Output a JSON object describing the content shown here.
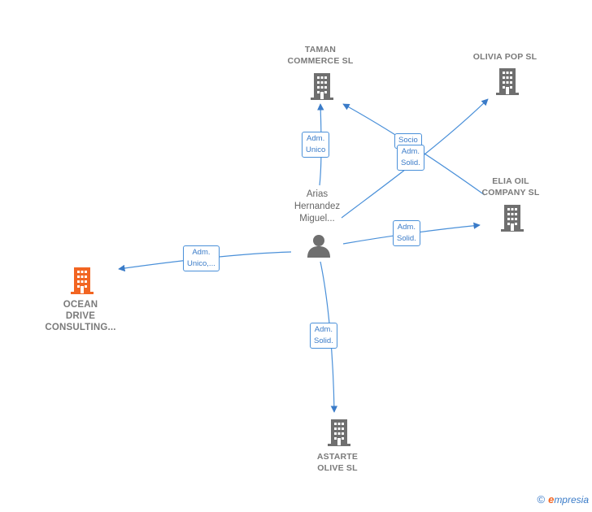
{
  "nodes": {
    "taman": {
      "lines": [
        "TAMAN",
        "COMMERCE SL"
      ]
    },
    "olivia": {
      "lines": [
        "OLIVIA POP  SL"
      ]
    },
    "elia": {
      "lines": [
        "ELIA OIL",
        "COMPANY  SL"
      ]
    },
    "ocean": {
      "lines": [
        "OCEAN",
        "DRIVE",
        "CONSULTING..."
      ]
    },
    "astarte": {
      "lines": [
        "ASTARTE",
        "OLIVE  SL"
      ]
    },
    "person": {
      "lines": [
        "Arias",
        "Hernandez",
        "Miguel..."
      ]
    }
  },
  "edges": {
    "to_taman": {
      "lines": [
        "Adm.",
        "Unico"
      ]
    },
    "to_olivia": {
      "lines": [
        "Socio"
      ]
    },
    "to_elia_top": {
      "lines": [
        "Adm.",
        "Solid."
      ]
    },
    "to_elia": {
      "lines": [
        "Adm.",
        "Solid."
      ]
    },
    "to_ocean": {
      "lines": [
        "Adm.",
        "Unico,..."
      ]
    },
    "to_astarte": {
      "lines": [
        "Adm.",
        "Solid."
      ]
    }
  },
  "colors": {
    "edge": "#4a90d9",
    "company_icon": "#6f6f6f",
    "focus_icon": "#f26522",
    "person_icon": "#6f6f6f"
  },
  "brand": {
    "copyright": "©",
    "initial": "e",
    "name": "mpresia"
  }
}
